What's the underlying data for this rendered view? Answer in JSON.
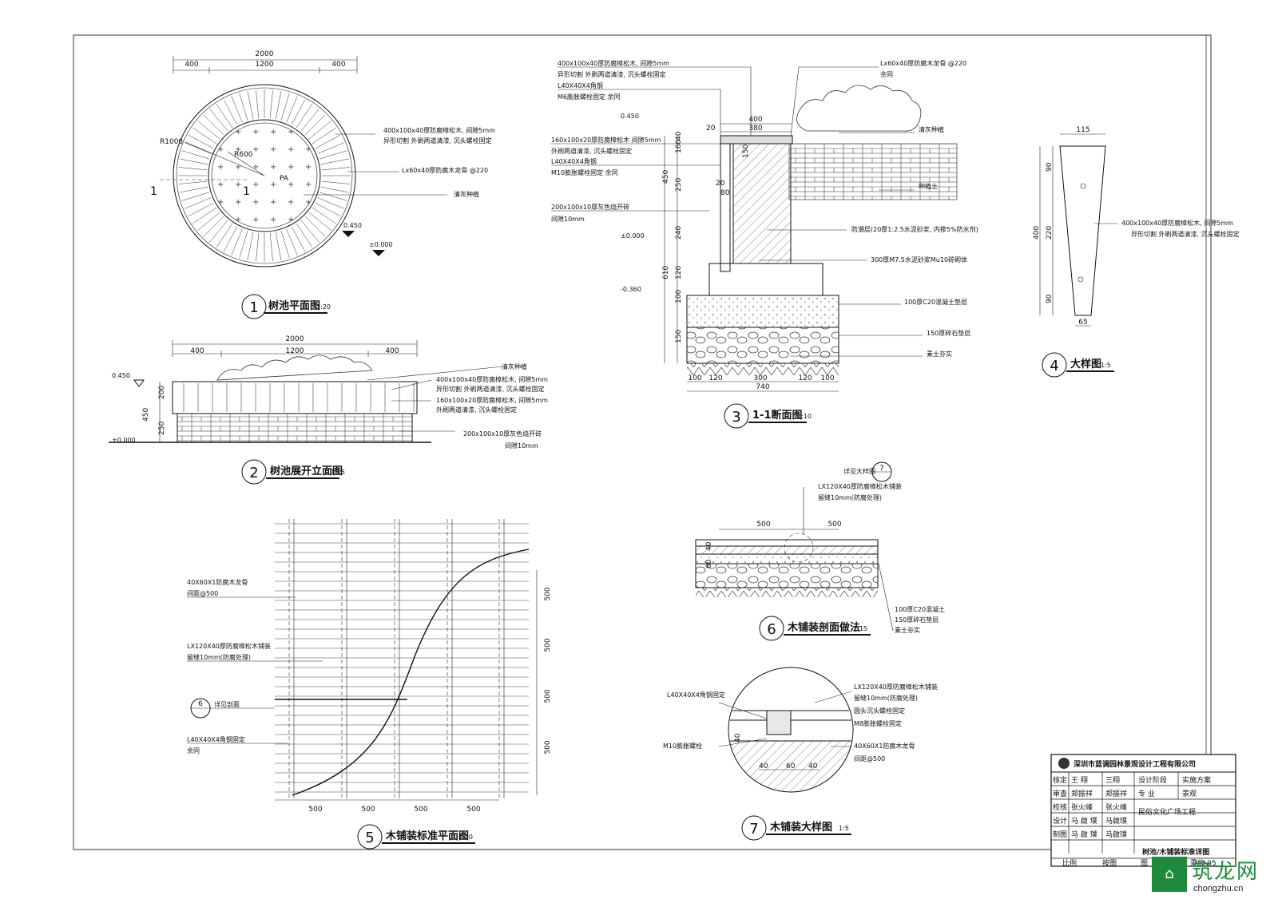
{
  "fig1": {
    "num": "1",
    "title": "树池平面图",
    "scale": "1:20",
    "dims": [
      "2000",
      "400",
      "1200",
      "400"
    ],
    "r1": "R1000",
    "r2": "R600",
    "pa": "PA",
    "cut": "1",
    "elev1": "0.450",
    "elev2": "±0.000",
    "notes": [
      "400x100x40厚防腐樟松木, 间隙5mm",
      "异形切割  外刷两道清漆, 沉头螺栓固定",
      "Lx60x40厚防腐木龙骨  @220",
      "清灰种植"
    ]
  },
  "fig2": {
    "num": "2",
    "title": "树池展开立面图",
    "scale": "1:15",
    "dims": [
      "2000",
      "400",
      "1200",
      "400"
    ],
    "vdims": [
      "200",
      "450",
      "250"
    ],
    "elev1": "0.450",
    "elev2": "±0.000",
    "notes": [
      "清灰种植",
      "400x100x40厚防腐樟松木, 间隙5mm",
      "异形切割  外刷两道清漆, 沉头螺栓固定",
      "160x100x20厚防腐樟松木, 间隙5mm",
      "外刷两道清漆, 沉头螺栓固定",
      "200x100x10厚灰色烧开砖",
      "间隙10mm"
    ]
  },
  "fig3": {
    "num": "3",
    "title": "1-1断面图",
    "scale": "1:10",
    "top": [
      "400",
      "380",
      "20"
    ],
    "vdims": [
      "40",
      "160",
      "450",
      "250",
      "240",
      "610",
      "120",
      "100",
      "150"
    ],
    "small": [
      "150",
      "20",
      "80"
    ],
    "bottom": [
      "100",
      "120",
      "300",
      "120",
      "100"
    ],
    "total": "740",
    "elevs": [
      "0.450",
      "±0.000",
      "-0.360"
    ],
    "left_notes": [
      "400x100x40厚防腐樟松木, 间隙5mm",
      "异形切割  外刷两道清漆, 沉头螺栓固定",
      "L40X40X4角钢",
      "M6膨胀螺栓固定  余同",
      "160x100x20厚防腐樟松木  间隙5mm",
      "外刷两道清漆, 沉头螺栓固定",
      "L40X40X4角钢",
      "M10膨胀螺栓固定  余同",
      "200x100x10厚灰色烧开砖",
      "间隙10mm"
    ],
    "right_notes": [
      "Lx60x40厚防腐木龙骨  @220",
      "余同",
      "清灰种植",
      "种植土",
      "防潮层(20厚1:2.5水泥砂浆, 内掺5%防水剂)",
      "300厚M7.5水泥砂浆Mu10砖砌体",
      "100厚C20混凝土垫层",
      "150厚碎石垫层",
      "素土夯实"
    ]
  },
  "fig4": {
    "num": "4",
    "title": "大样图",
    "scale": "1:5",
    "top": "115",
    "bottom": "65",
    "vdims": [
      "400",
      "90",
      "220",
      "90"
    ],
    "notes": [
      "400x100x40厚防腐樟松木, 间隙5mm",
      "异形切割  外刷两道清漆, 沉头螺栓固定"
    ]
  },
  "fig5": {
    "num": "5",
    "title": "木铺装标准平面图",
    "scale": "1:20",
    "hdims": [
      "500",
      "500",
      "500",
      "500"
    ],
    "vdims": [
      "500",
      "500",
      "500",
      "500"
    ],
    "callout": "6",
    "notes": [
      "40X60X1防腐木龙骨",
      "间距@500",
      "LX120X40厚防腐樟松木铺装",
      "留缝10mm(防腐处理)",
      "详见剖面",
      "L40X40X4角钢固定",
      "余同"
    ]
  },
  "fig6": {
    "num": "6",
    "title": "木铺装剖面做法",
    "scale": "1:15",
    "dims": [
      "500",
      "500"
    ],
    "vdims": [
      "40",
      "60"
    ],
    "callout": "7",
    "notes": [
      "详见大样图",
      "LX120X40厚防腐樟松木铺装",
      "留缝10mm(防腐处理)",
      "100厚C20混凝土",
      "150厚碎石垫层",
      "素土夯实"
    ]
  },
  "fig7": {
    "num": "7",
    "title": "木铺装大样图",
    "scale": "1:5",
    "dims": [
      "40",
      "60",
      "40"
    ],
    "vdim": "40",
    "notes": [
      "L40X40X4角钢固定",
      "M10膨胀螺栓",
      "LX120X40厚防腐樟松木铺装",
      "留缝10mm(防腐处理)",
      "圆头沉头螺栓固定",
      "M8膨胀螺栓固定",
      "40X60X1防腐木龙骨",
      "间距@500"
    ]
  },
  "title_block": {
    "company": "深圳市蓝调园林景观设计工程有限公司",
    "rows": [
      [
        "核定",
        "王 翔",
        "三翔",
        "设计阶段",
        "实施方案"
      ],
      [
        "审查",
        "郑振祥",
        "郑振祥",
        "专 业",
        "景观"
      ],
      [
        "校核",
        "张火峰",
        "张火峰",
        "",
        ""
      ],
      [
        "设计",
        "马 啟 璞",
        "马啟璞",
        "",
        ""
      ],
      [
        "制图",
        "马 啟 璞",
        "马啟璞",
        "",
        ""
      ]
    ],
    "project": "民俗文化广场工程",
    "drawing": "树池/木铺装标准详图",
    "footer": [
      "比例",
      "按图",
      "图",
      "号",
      "景施-05"
    ]
  },
  "watermark": {
    "name": "筑龙网",
    "url": "chongzhu.cn",
    "icon": "house-icon"
  }
}
